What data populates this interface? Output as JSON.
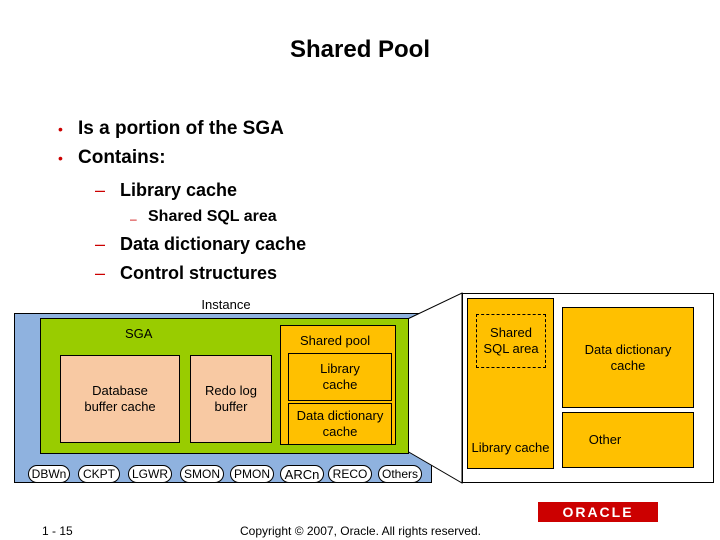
{
  "title": "Shared Pool",
  "bullets": [
    "Is a portion of the SGA",
    "Contains:"
  ],
  "sub_items": {
    "library_cache": "Library cache",
    "shared_sql_area": "Shared SQL area",
    "data_dictionary_cache": "Data dictionary cache",
    "control_structures": "Control structures"
  },
  "diagram": {
    "instance": "Instance",
    "sga": "SGA",
    "shared_pool": "Shared pool",
    "database_buffer_cache": "Database buffer cache",
    "redo_log_buffer": "Redo log buffer",
    "library_cache": "Library cache",
    "data_dictionary_cache": "Data dictionary cache",
    "processes": [
      "DBWn",
      "CKPT",
      "LGWR",
      "SMON",
      "PMON",
      "ARCn",
      "RECO",
      "Others"
    ],
    "zoom": {
      "shared_sql_area": "Shared SQL area",
      "data_dictionary_cache": "Data dictionary cache",
      "library_cache": "Library cache",
      "other": "Other"
    }
  },
  "footer": {
    "page": "1 - 15",
    "copyright": "Copyright © 2007, Oracle. All rights reserved.",
    "logo": "ORACLE"
  },
  "colors": {
    "instance_bg": "#8fb2df",
    "sga_bg": "#99cc00",
    "cache_bg": "#f8c9a3",
    "pool_bg": "#ffc000",
    "zoom_bg": "#ffc000",
    "accent": "#cc0000"
  }
}
